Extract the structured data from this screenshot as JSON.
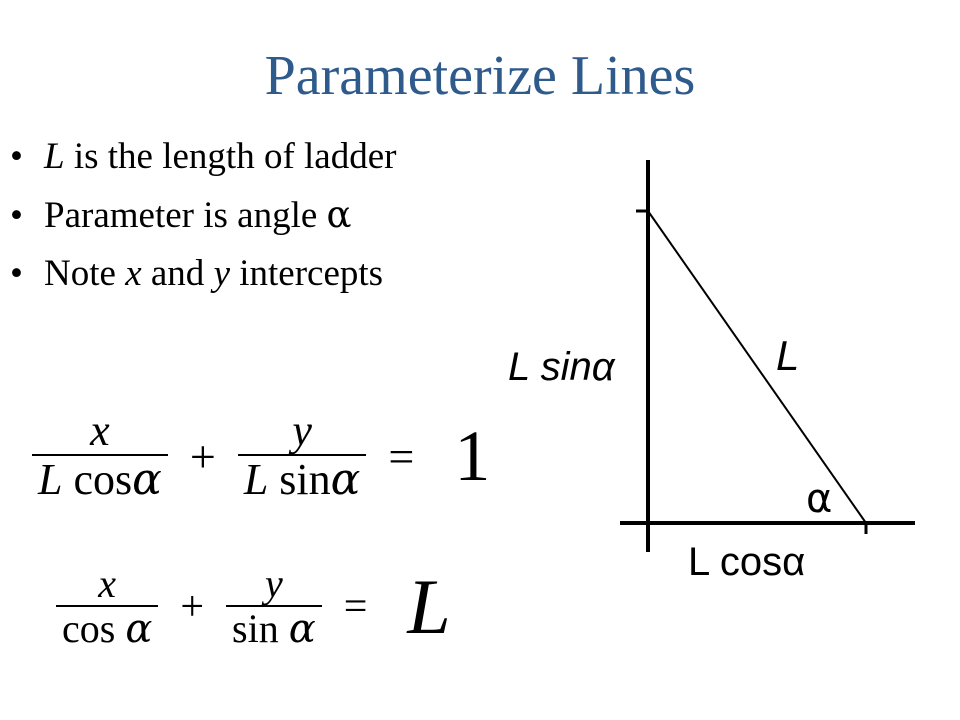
{
  "title": "Parameterize Lines",
  "bullets": [
    {
      "marker": "•",
      "parts": [
        {
          "text": "L",
          "italic": true
        },
        {
          "text": " is the length of ladder"
        }
      ]
    },
    {
      "marker": "•",
      "parts": [
        {
          "text": "Parameter is angle "
        },
        {
          "text": "α",
          "greek": true
        }
      ]
    },
    {
      "marker": "•",
      "parts": [
        {
          "text": "Note "
        },
        {
          "text": "x",
          "italic": true
        },
        {
          "text": " and "
        },
        {
          "text": "y",
          "italic": true
        },
        {
          "text": " intercepts"
        }
      ]
    }
  ],
  "equation1": {
    "frac1_num": "x",
    "frac1_den_L": "L",
    "frac1_den_fn": "cos",
    "frac1_den_var": "α",
    "plus": "+",
    "frac2_num": "y",
    "frac2_den_L": "L",
    "frac2_den_fn": "sin",
    "frac2_den_var": "α",
    "equals": "=",
    "rhs": "1"
  },
  "equation2": {
    "frac1_num": "x",
    "frac1_den_fn": "cos",
    "frac1_den_var": "α",
    "plus": "+",
    "frac2_num": "y",
    "frac2_den_fn": "sin",
    "frac2_den_var": "α",
    "equals": "=",
    "rhs": "L"
  },
  "diagram": {
    "label_vertical": "L sinα",
    "label_hypotenuse": "L",
    "label_angle": "α",
    "label_horizontal": "L cosα"
  }
}
